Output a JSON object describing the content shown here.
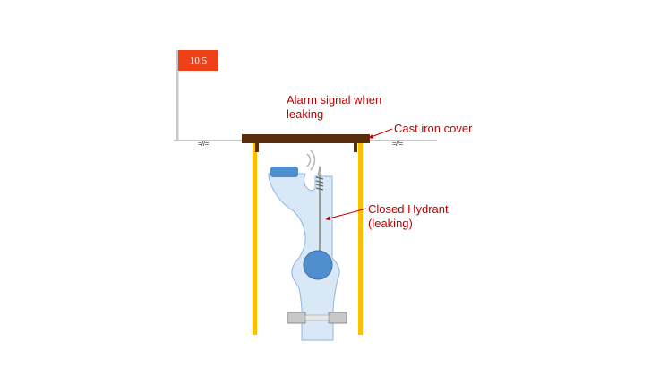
{
  "flag": {
    "value": "10.5"
  },
  "labels": {
    "alarm": "Alarm signal when\nleaking",
    "cover": "Cast iron cover",
    "hydrant": "Closed Hydrant\n(leaking)"
  },
  "ground_marks": {
    "left": "=//=",
    "right": "=//="
  },
  "colors": {
    "flag": "#f0401a",
    "label_text": "#c00000",
    "cover": "#5a2d0c",
    "frame": "#ffc000",
    "hydrant_fill": "#d9e8f6",
    "hydrant_stroke": "#8eb4e3",
    "cap": "#4f8ecf",
    "ground": "#8c8c8c"
  }
}
